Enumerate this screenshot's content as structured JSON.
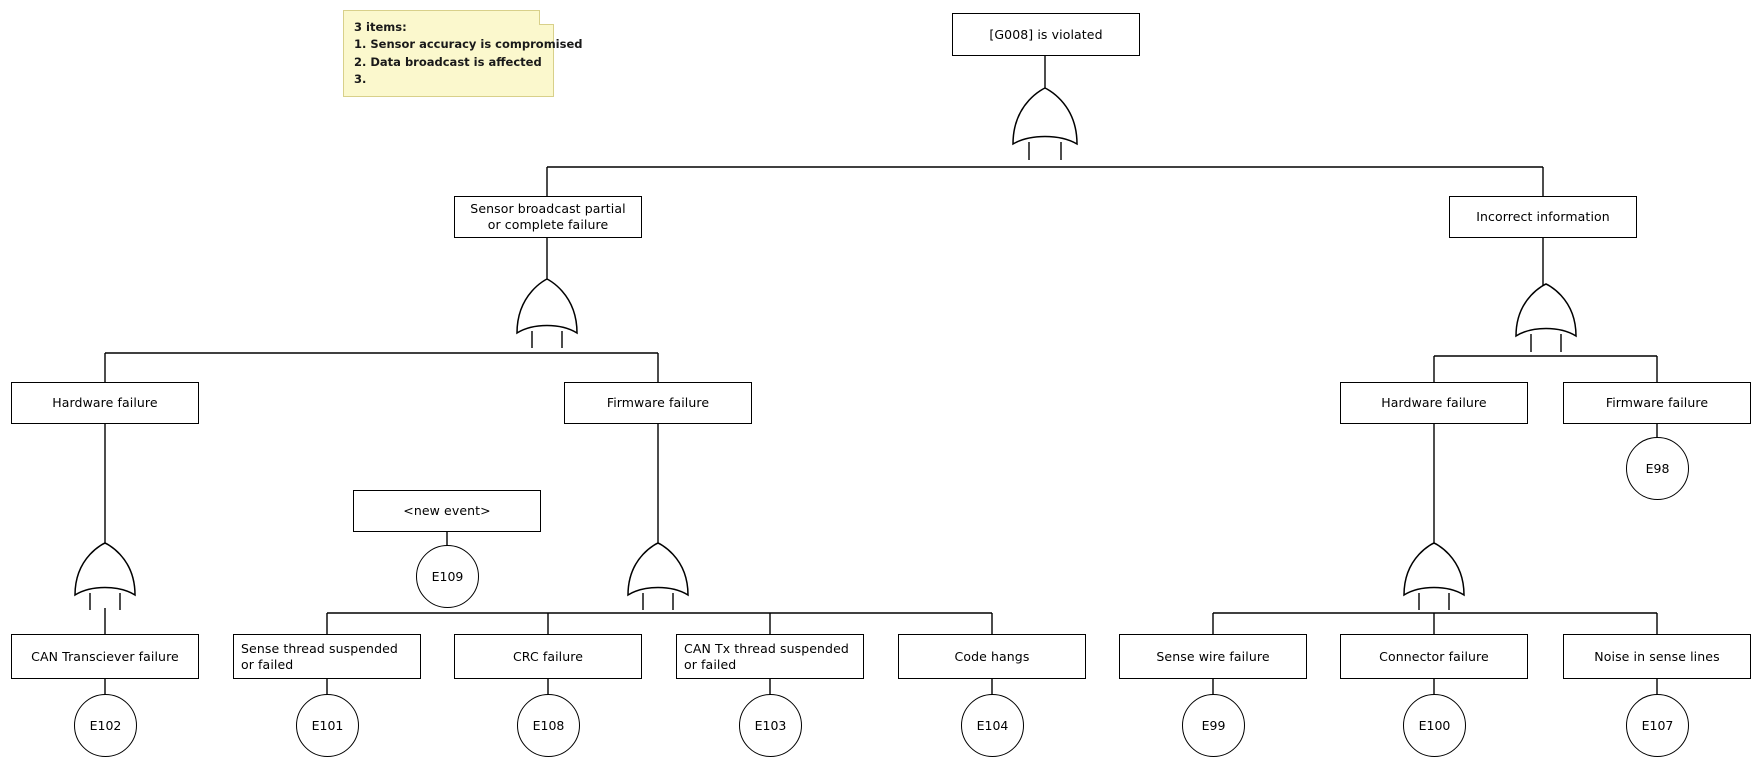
{
  "diagram": {
    "type": "fault-tree",
    "title": "[G008] is violated",
    "note": {
      "name": "comment-note",
      "lines": [
        "3 items:",
        "1. Sensor accuracy is compromised",
        "2. Data broadcast is affected",
        "3."
      ],
      "background_color": "#fbf8cd",
      "border_color": "#d8d08a"
    },
    "gate_type": "OR",
    "nodes": {
      "root": {
        "label": "[G008] is violated"
      },
      "sensor_broadcast": {
        "label": "Sensor broadcast partial or complete failure"
      },
      "incorrect_info": {
        "label": "Incorrect information"
      },
      "hw_left": {
        "label": "Hardware failure"
      },
      "fw_left": {
        "label": "Firmware failure"
      },
      "hw_right": {
        "label": "Hardware failure"
      },
      "fw_right": {
        "label": "Firmware failure"
      },
      "new_event": {
        "label": "<new event>"
      },
      "can_transceiver": {
        "label": "CAN Transciever failure"
      },
      "sense_thread": {
        "label": "Sense thread suspended or failed"
      },
      "crc_failure": {
        "label": "CRC failure"
      },
      "can_tx_thread": {
        "label": "CAN Tx thread suspended or failed"
      },
      "code_hangs": {
        "label": "Code hangs"
      },
      "sense_wire": {
        "label": "Sense wire failure"
      },
      "connector": {
        "label": "Connector failure"
      },
      "noise_sense": {
        "label": "Noise in sense lines"
      }
    },
    "events": {
      "e98": {
        "id": "E98"
      },
      "e109": {
        "id": "E109"
      },
      "e102": {
        "id": "E102"
      },
      "e101": {
        "id": "E101"
      },
      "e108": {
        "id": "E108"
      },
      "e103": {
        "id": "E103"
      },
      "e104": {
        "id": "E104"
      },
      "e99": {
        "id": "E99"
      },
      "e100": {
        "id": "E100"
      },
      "e107": {
        "id": "E107"
      }
    }
  }
}
